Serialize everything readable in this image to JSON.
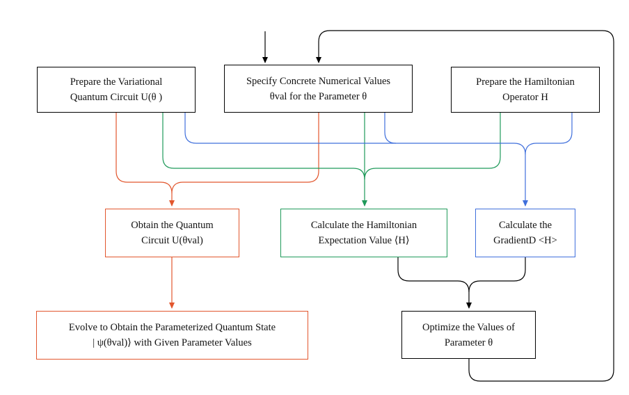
{
  "colors": {
    "black": "#000000",
    "orange": "#e2562d",
    "green": "#1f9a5a",
    "blue": "#3f6fdc"
  },
  "boxes": {
    "prepare_circuit": {
      "line1": "Prepare the Variational",
      "line2": "Quantum Circuit U(θ )"
    },
    "specify_values": {
      "line1": "Specify Concrete Numerical Values",
      "line2": "θval for the Parameter θ"
    },
    "prepare_hamiltonian": {
      "line1": "Prepare the Hamiltonian",
      "line2": "Operator H"
    },
    "obtain_circuit": {
      "line1": "Obtain the Quantum",
      "line2": "Circuit U(θval)"
    },
    "calc_expectation": {
      "line1": "Calculate the Hamiltonian",
      "line2": "Expectation Value ⟨H⟩"
    },
    "calc_gradient": {
      "line1": "Calculate the",
      "line2": "GradientD <H>"
    },
    "evolve_state": {
      "line1": "Evolve to Obtain the Parameterized Quantum State",
      "line2": "| ψ(θval)⟩ with Given Parameter Values"
    },
    "optimize": {
      "line1": "Optimize the Values of",
      "line2": "Parameter θ"
    }
  }
}
